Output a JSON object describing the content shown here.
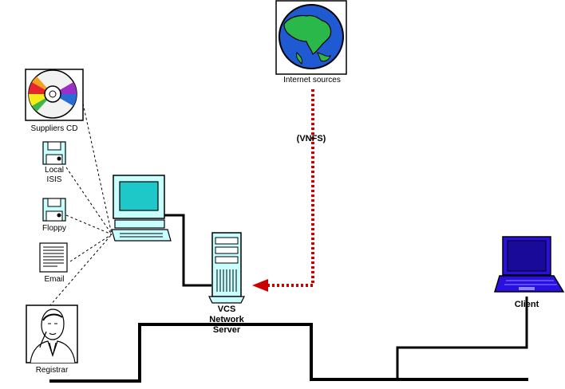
{
  "labels": {
    "internet": "Internet sources",
    "vnfs": "(VNFS)",
    "suppliers_cd": "Suppliers CD",
    "local_isis_1": "Local",
    "local_isis_2": "ISIS",
    "floppy": "Floppy",
    "email": "Email",
    "registrar": "Registrar",
    "server_1": "VCS",
    "server_2": "Network",
    "server_3": "Server",
    "client": "Client"
  },
  "colors": {
    "globe_ocean": "#1f5ad2",
    "globe_land": "#2bb84a",
    "monitor_screen": "#1ec8c8",
    "monitor_body": "#c8ffff",
    "laptop": "#2a10e0",
    "vnfs_link": "#cc0000",
    "cd_rainbow": [
      "#e5262b",
      "#f4a21b",
      "#f7eb18",
      "#3fb64a",
      "#2a6cd6",
      "#9b2fc9"
    ]
  },
  "icons": [
    "globe-icon",
    "cd-icon",
    "local-isis-disk-icon",
    "floppy-disk-icon",
    "email-document-icon",
    "registrar-portrait-icon",
    "workstation-computer-icon",
    "server-tower-icon",
    "laptop-client-icon"
  ]
}
